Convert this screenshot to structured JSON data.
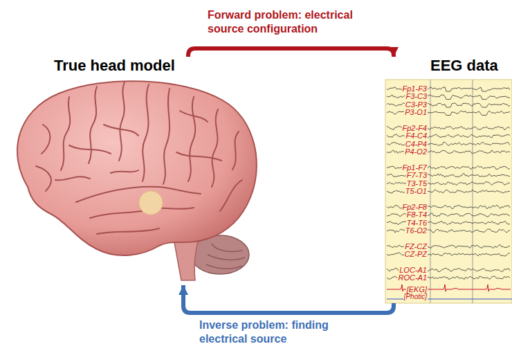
{
  "diagram": {
    "nodes": [
      {
        "text": [
          "True head model"
        ]
      },
      {
        "text": [
          "EEG data"
        ]
      }
    ],
    "edges": [
      {
        "from": 0,
        "to": 1,
        "arrow": "to",
        "label": "Forward problem: electrical source configuration"
      },
      {
        "from": 1,
        "to": 0,
        "arrow": "to",
        "label": "Inverse problem: finding electrical source"
      }
    ],
    "labels": [
      "Fp1-F3",
      "F3-C3",
      "C3-P3",
      "P3-O1",
      "Fp2-F4",
      "F4-C4",
      "C4-P4",
      "P4-O2",
      "Fp1-F7",
      "F7-T3",
      "T3-T5",
      "T5-O1",
      "Fp2-F8",
      "F8-T4",
      "T4-T6",
      "T6-O2",
      "FZ-CZ",
      "CZ-PZ",
      "LOC-A1",
      "ROC-A1",
      "[EKG]",
      "[Photic]"
    ]
  }
}
